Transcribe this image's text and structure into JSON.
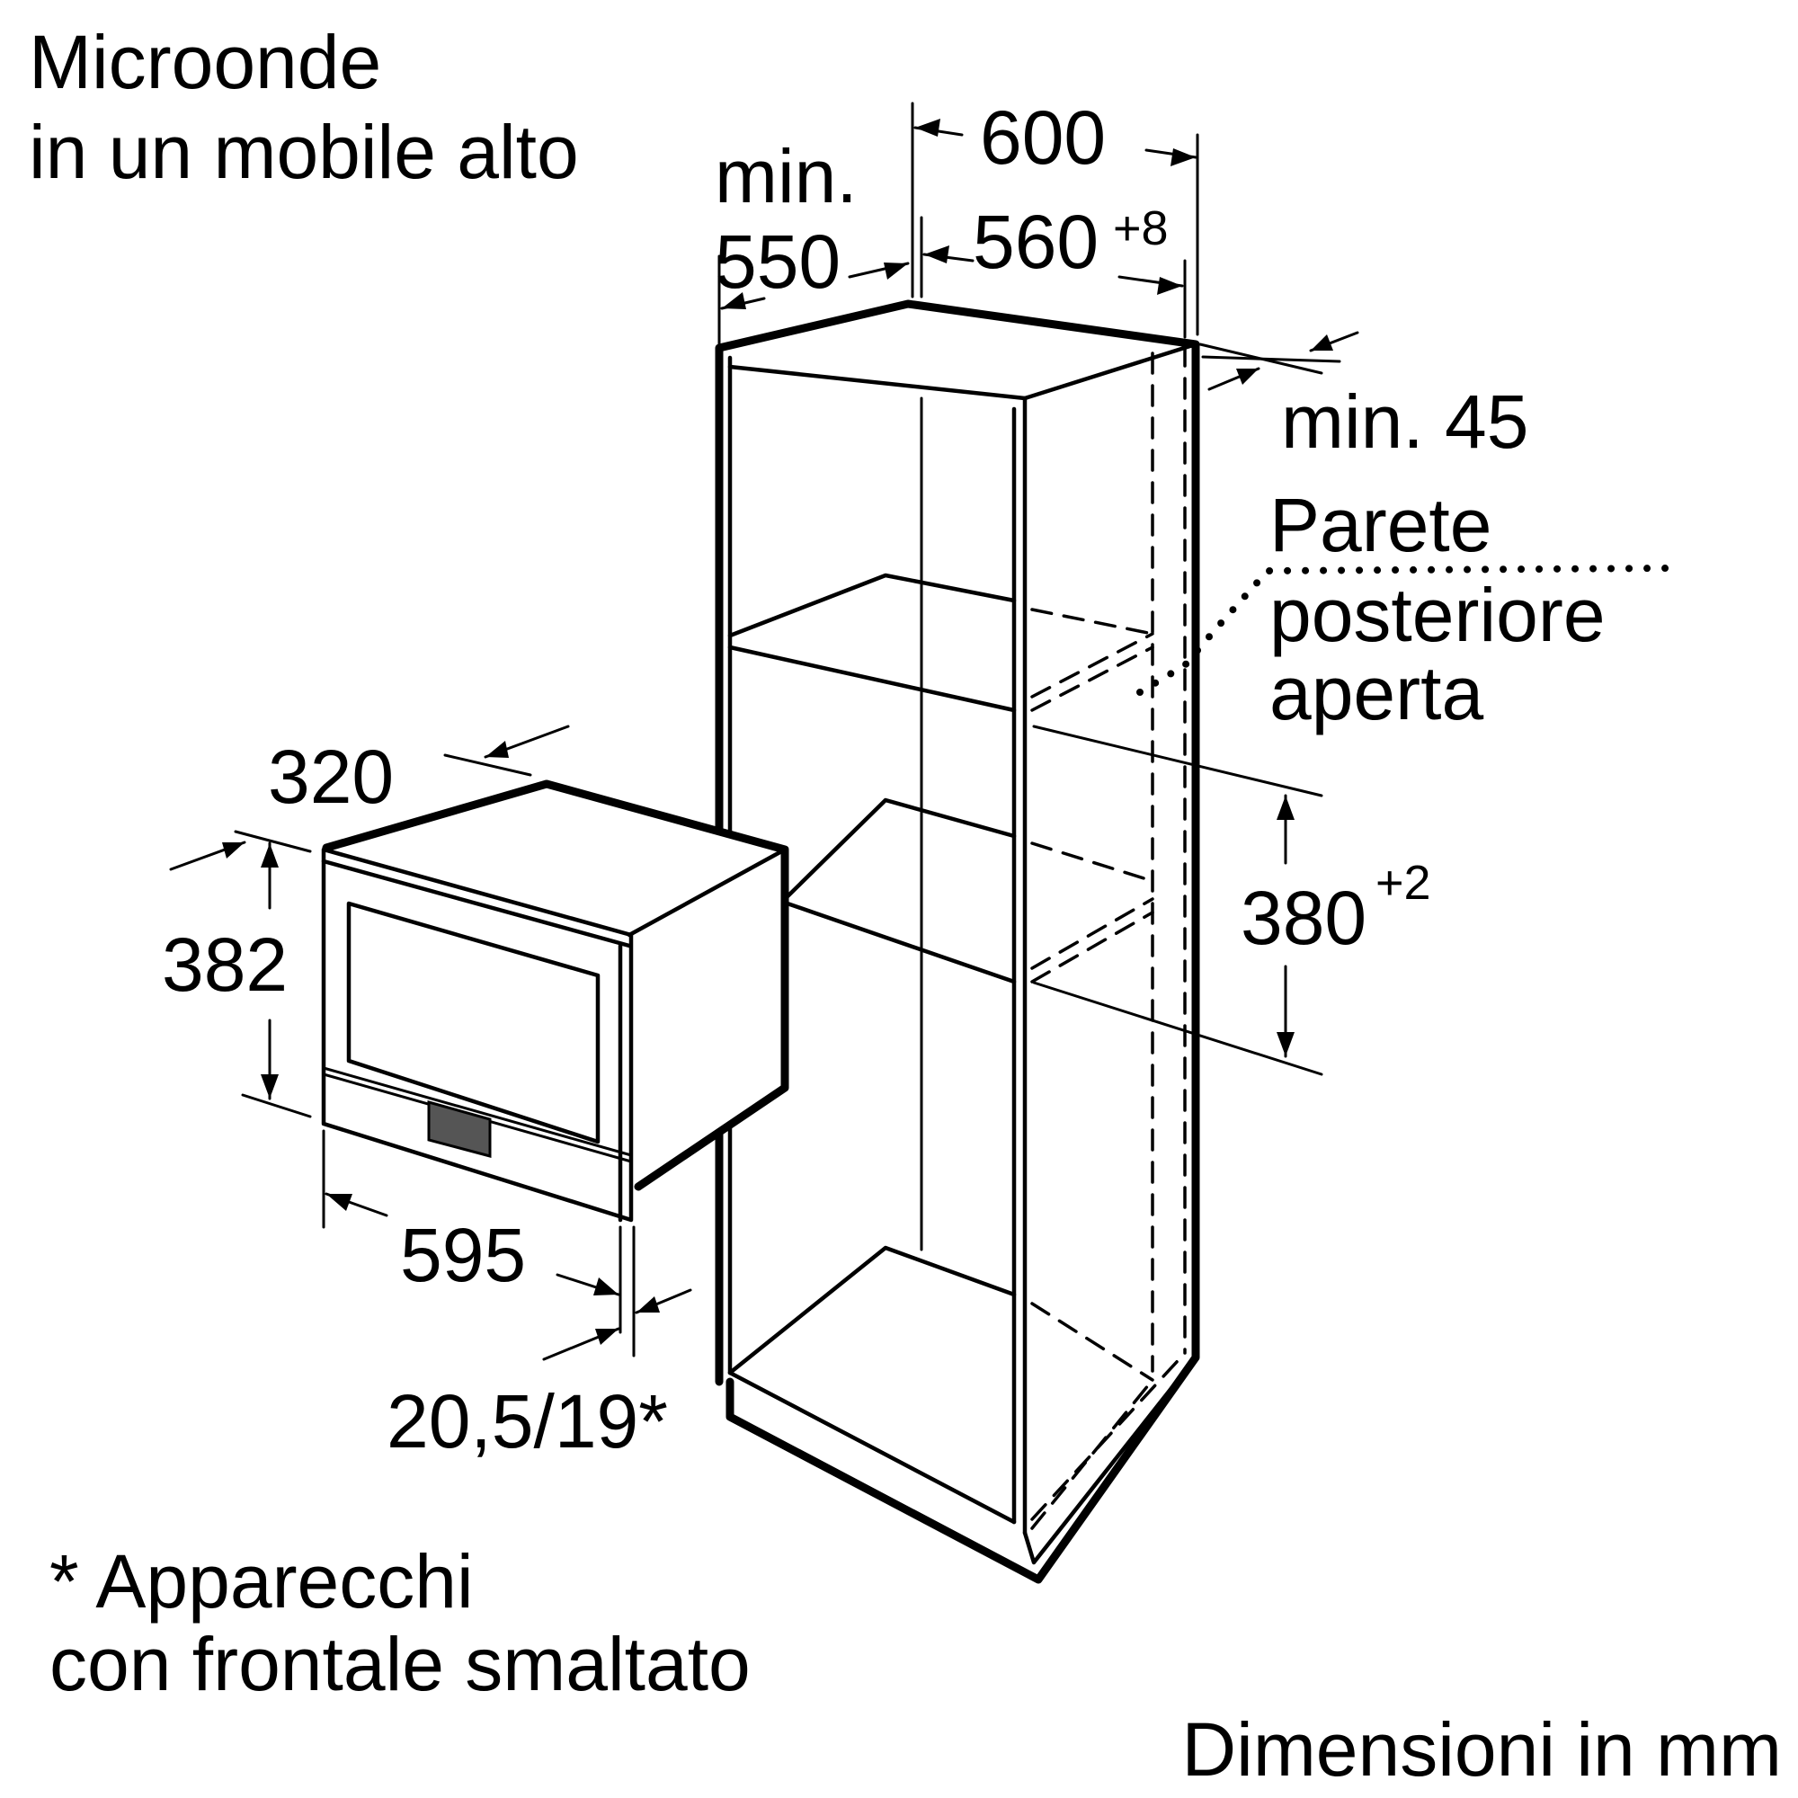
{
  "title": {
    "line1": "Microonde",
    "line2": "in un mobile alto"
  },
  "dimensions": {
    "width_total": "600",
    "niche_width": "560",
    "niche_width_tolerance": "+8",
    "min_label": "min.",
    "min_depth": "550",
    "rear_gap": "min. 45",
    "niche_height": "380",
    "niche_height_tolerance": "+2",
    "appliance_depth": "320",
    "appliance_height": "382",
    "appliance_width": "595",
    "front_thickness": "20,5/19*"
  },
  "wall_label": {
    "line1": "Parete",
    "line2": "posteriore",
    "line3": "aperta"
  },
  "footnote": {
    "line1": "* Apparecchi",
    "line2": "con frontale smaltato"
  },
  "units_note": "Dimensioni in mm",
  "colors": {
    "ink": "#000000",
    "background": "#ffffff"
  }
}
